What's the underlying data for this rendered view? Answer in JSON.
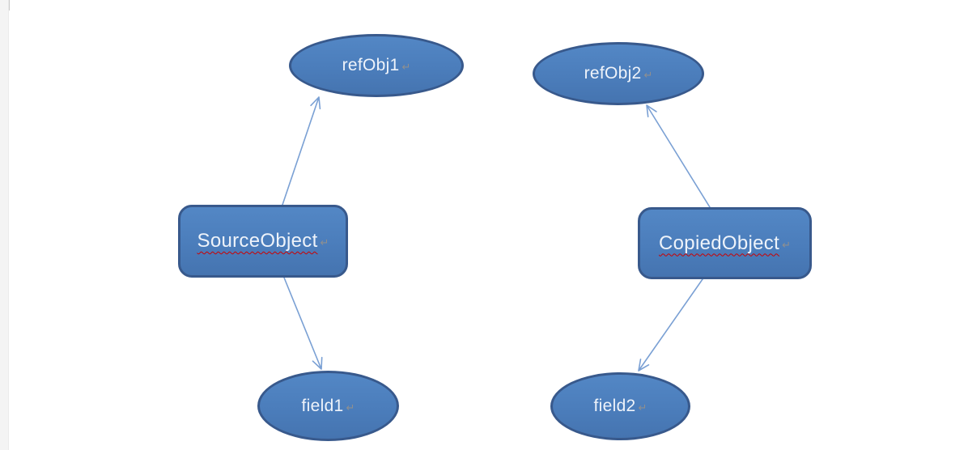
{
  "window": {
    "background": "#ffffff",
    "left_margin_color": "#f4f4f4"
  },
  "diagram": {
    "nodes": [
      {
        "id": "refObj1",
        "shape": "ellipse",
        "label": "refObj1",
        "end_mark": "↵",
        "spellcheck_underline": false
      },
      {
        "id": "refObj2",
        "shape": "ellipse",
        "label": "refObj2",
        "end_mark": "↵",
        "spellcheck_underline": false
      },
      {
        "id": "SourceObject",
        "shape": "rounded-rectangle",
        "label": "SourceObject",
        "end_mark": "↵",
        "spellcheck_underline": true
      },
      {
        "id": "CopiedObject",
        "shape": "rounded-rectangle",
        "label": "CopiedObject",
        "end_mark": "↵",
        "spellcheck_underline": true
      },
      {
        "id": "field1",
        "shape": "ellipse",
        "label": "field1",
        "end_mark": "↵",
        "spellcheck_underline": false
      },
      {
        "id": "field2",
        "shape": "ellipse",
        "label": "field2",
        "end_mark": "↵",
        "spellcheck_underline": false
      }
    ],
    "edges": [
      {
        "from": "SourceObject",
        "to": "refObj1",
        "arrowhead": "open"
      },
      {
        "from": "SourceObject",
        "to": "field1",
        "arrowhead": "open"
      },
      {
        "from": "CopiedObject",
        "to": "refObj2",
        "arrowhead": "open"
      },
      {
        "from": "CopiedObject",
        "to": "field2",
        "arrowhead": "open"
      }
    ],
    "colors": {
      "shape_fill": "#4b7dbb",
      "shape_border": "#38598c",
      "label_text": "#eef3fa",
      "arrow": "#7aa0d4",
      "end_mark": "#8f8f8f",
      "spellcheck_underline": "#cc0000"
    }
  }
}
